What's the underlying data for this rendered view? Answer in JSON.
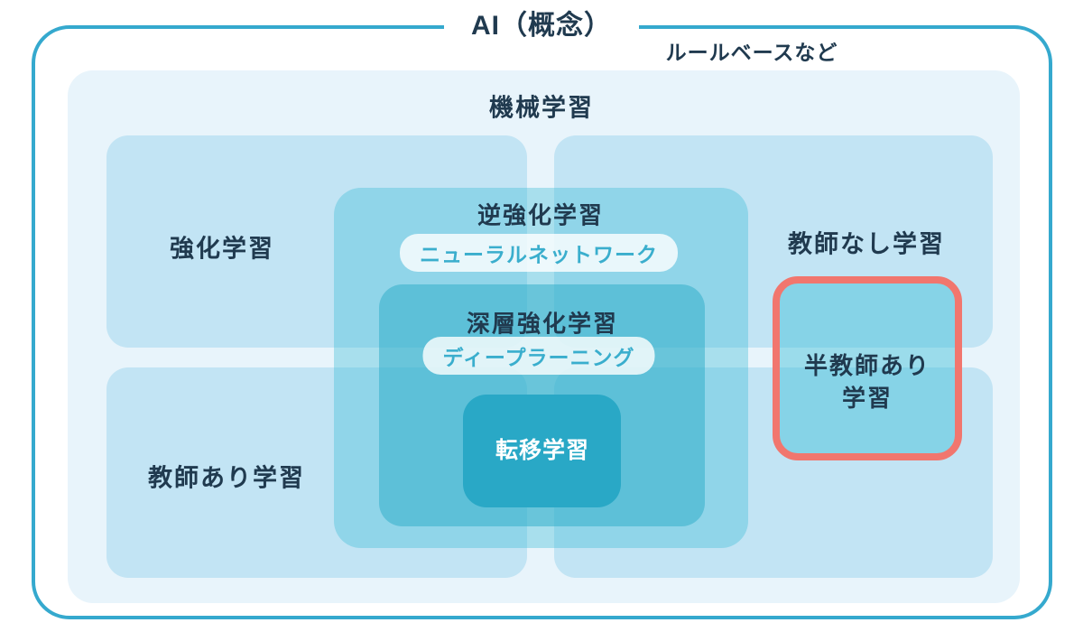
{
  "diagram": {
    "title": "AI（概念）",
    "rule_based_label": "ルールベースなど",
    "machine_learning": {
      "label": "機械学習"
    },
    "quadrants": {
      "reinforcement": "強化学習",
      "supervised": "教師あり学習",
      "unsupervised": "教師なし学習"
    },
    "inverse_rl": {
      "label": "逆強化学習",
      "badge": "ニューラルネットワーク"
    },
    "deep_rl": {
      "label": "深層強化学習",
      "badge": "ディープラーニング"
    },
    "transfer": {
      "label": "転移学習"
    },
    "semi_supervised": {
      "line1": "半教師あり",
      "line2": "学習"
    },
    "colors": {
      "outer_border": "#35A9CE",
      "highlight_border": "#F1766E",
      "dark_text": "#203A4F",
      "badge_text": "#3AAECD",
      "badge_bg": "#EAF6FA",
      "ml_bg": "#E8F4FB",
      "quadrant_bg": "#C2E4F4",
      "overlay_teal": "#3EBED7",
      "transfer_bg": "#29A8C6",
      "transfer_text": "#FFFFFF"
    }
  }
}
